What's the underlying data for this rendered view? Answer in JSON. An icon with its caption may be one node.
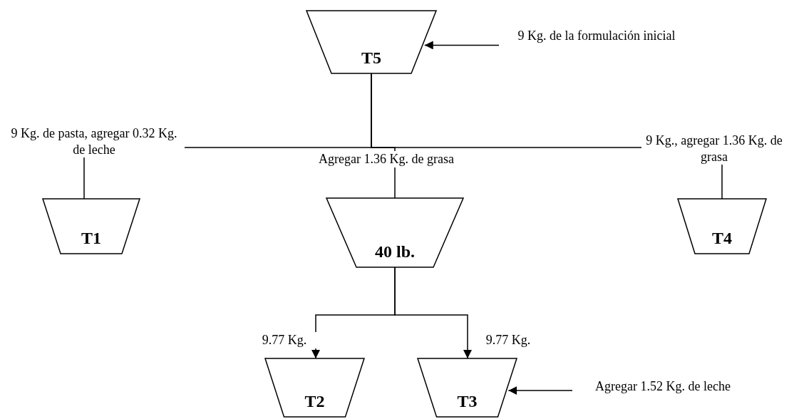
{
  "diagram": {
    "nodes": [
      {
        "text": [
          "T5"
        ]
      },
      {
        "text": [
          "9 Kg. de la formulación inicial"
        ]
      },
      {
        "text": [
          "T1"
        ]
      },
      {
        "text": [
          "40 lb."
        ]
      },
      {
        "text": [
          "T4"
        ]
      },
      {
        "text": [
          "T2"
        ]
      },
      {
        "text": [
          "T3"
        ]
      },
      {
        "text": [
          "Agregar 1.52 Kg. de leche"
        ]
      }
    ],
    "edges": [
      {
        "from": 1,
        "to": 0,
        "arrow": "to"
      },
      {
        "from": 0,
        "to": 2,
        "arrow": "none",
        "label": "9 Kg. de pasta, agregar 0.32 Kg. de leche"
      },
      {
        "from": 0,
        "to": 3,
        "arrow": "none",
        "label": "Agregar 1.36 Kg. de grasa"
      },
      {
        "from": 0,
        "to": 4,
        "arrow": "none",
        "label": "9 Kg., agregar 1.36 Kg. de grasa"
      },
      {
        "from": 3,
        "to": 5,
        "arrow": "to",
        "label": "9.77 Kg."
      },
      {
        "from": 3,
        "to": 6,
        "arrow": "to",
        "label": "9.77 Kg."
      },
      {
        "from": 7,
        "to": 6,
        "arrow": "to"
      }
    ]
  }
}
